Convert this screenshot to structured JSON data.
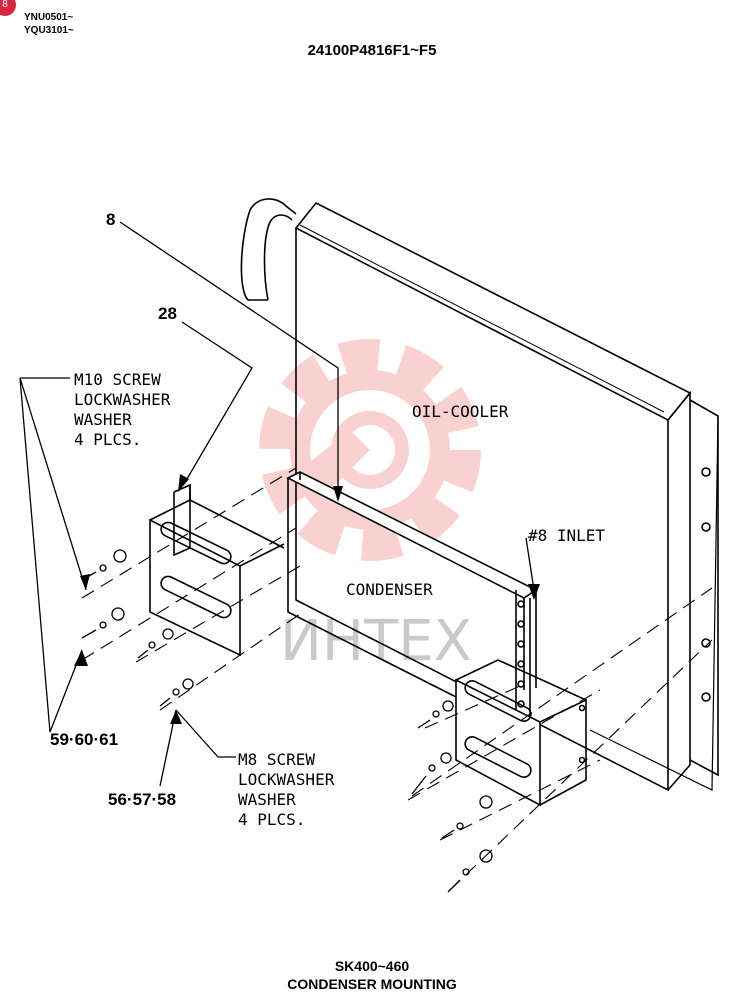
{
  "header": {
    "serial_ranges": [
      "YNU0501~",
      "YQU3101~"
    ],
    "part_number": "24100P4816F1~F5",
    "page_badge": "8"
  },
  "watermark": {
    "text": "ИНТЕХ",
    "color": "#f08c8c"
  },
  "components": {
    "oil_cooler": "OIL-COOLER",
    "condenser": "CONDENSER",
    "inlet": "#8 INLET"
  },
  "callouts": {
    "item_8": "8",
    "item_28": "28",
    "items_59_60_61": "59·60·61",
    "items_56_57_58": "56·57·58"
  },
  "notes": {
    "m10": [
      "M10 SCREW",
      "LOCKWASHER",
      "WASHER",
      "4 PLCS."
    ],
    "m8": [
      "M8 SCREW",
      "LOCKWASHER",
      "WASHER",
      "4 PLCS."
    ]
  },
  "footer": {
    "model": "SK400~460",
    "title": "CONDENSER MOUNTING"
  }
}
